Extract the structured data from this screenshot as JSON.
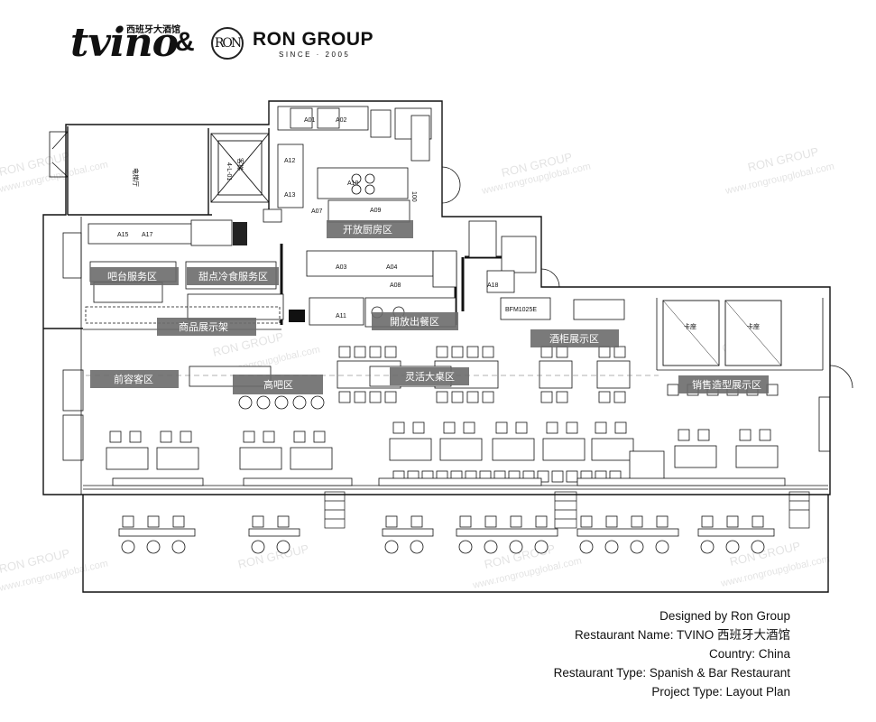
{
  "header": {
    "tvino_logo": "tvino",
    "tvino_logo_sub": "西班牙大酒馆",
    "ampersand": "&",
    "ron_mark": "RON",
    "ron_group": "RON GROUP",
    "ron_since": "SINCE · 2005"
  },
  "watermark": {
    "brand": "RON GROUP",
    "site": "www.rongroupglobal.com"
  },
  "zones": {
    "bar_service": "吧台服务区",
    "dessert_service": "甜点冷食服务区",
    "product_display": "商品展示架",
    "front_lounge": "前容客区",
    "high_bar": "高吧区",
    "open_kitchen": "开放厨房区",
    "open_serving": "開放出餐区",
    "wine_display": "酒柜展示区",
    "flexible_tables": "灵活大桌区",
    "sales_display": "销售造型展示区"
  },
  "labels": {
    "electric_room": "电梯厅",
    "elevator": "客梯",
    "floor_code": "4-L-01",
    "wall_code": "BFM1025E",
    "door_code": "100",
    "booth": "卡座",
    "equipment": [
      "A01",
      "A02",
      "A03",
      "A04",
      "A07",
      "A08",
      "A09",
      "A10",
      "A11",
      "A12",
      "A13",
      "A15",
      "A17",
      "A18"
    ]
  },
  "info": {
    "designed_by": "Designed by Ron Group",
    "restaurant_name": "Restaurant Name: TVINO 西班牙大酒馆",
    "country": "Country: China",
    "restaurant_type": "Restaurant Type: Spanish & Bar Restaurant",
    "project_type": "Project Type: Layout Plan"
  }
}
